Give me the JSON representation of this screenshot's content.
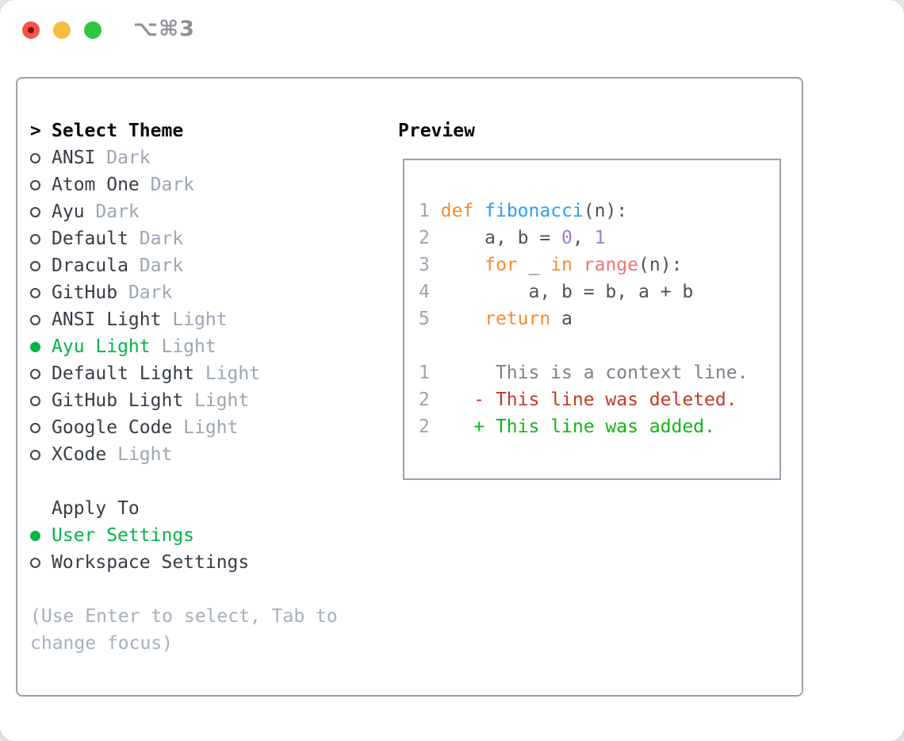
{
  "window": {
    "title": "⌥⌘3",
    "traffic_lights": [
      "close",
      "minimize",
      "zoom"
    ]
  },
  "colors": {
    "accent_green": "#06b347",
    "added_green": "#12b716",
    "deleted_red": "#c23a28",
    "keyword_orange": "#f98b2d",
    "function_blue": "#2e9ff3",
    "builtin_coral": "#f27176",
    "number_purple": "#a37acc",
    "code_text": "#4c525b",
    "line_number": "#9aa4b0",
    "context_gray": "#7b828b",
    "item_text": "#363d47",
    "dim_text": "#9ba6b2",
    "hint_text": "#a6afba",
    "border_gray": "#99a1ab",
    "title_text": "#8e9298",
    "traffic_red": "#f4554a",
    "traffic_red_dot": "#7c150c",
    "traffic_yellow": "#f7bd3c",
    "traffic_green": "#30c640",
    "header_text": "#05080c"
  },
  "theme_list": {
    "prompt": ">",
    "header": "Select Theme",
    "items": [
      {
        "name": "ANSI",
        "variant": "Dark",
        "selected": false
      },
      {
        "name": "Atom One",
        "variant": "Dark",
        "selected": false
      },
      {
        "name": "Ayu",
        "variant": "Dark",
        "selected": false
      },
      {
        "name": "Default",
        "variant": "Dark",
        "selected": false
      },
      {
        "name": "Dracula",
        "variant": "Dark",
        "selected": false
      },
      {
        "name": "GitHub",
        "variant": "Dark",
        "selected": false
      },
      {
        "name": "ANSI Light",
        "variant": "Light",
        "selected": false
      },
      {
        "name": "Ayu Light",
        "variant": "Light",
        "selected": true
      },
      {
        "name": "Default Light",
        "variant": "Light",
        "selected": false
      },
      {
        "name": "GitHub Light",
        "variant": "Light",
        "selected": false
      },
      {
        "name": "Google Code",
        "variant": "Light",
        "selected": false
      },
      {
        "name": "XCode",
        "variant": "Light",
        "selected": false
      }
    ]
  },
  "apply_to": {
    "header": "Apply To",
    "items": [
      {
        "name": "User Settings",
        "selected": true
      },
      {
        "name": "Workspace Settings",
        "selected": false
      }
    ]
  },
  "hint": {
    "lines": [
      "(Use Enter to select, Tab to",
      "change focus)"
    ]
  },
  "preview": {
    "header": "Preview",
    "code_lines": [
      {
        "num": "1",
        "tokens": [
          {
            "t": " "
          },
          {
            "t": "def",
            "c": "kw"
          },
          {
            "t": " "
          },
          {
            "t": "fibonacci",
            "c": "fn"
          },
          {
            "t": "(n):"
          }
        ]
      },
      {
        "num": "2",
        "tokens": [
          {
            "t": "     a, b = "
          },
          {
            "t": "0",
            "c": "num"
          },
          {
            "t": ", "
          },
          {
            "t": "1",
            "c": "num"
          }
        ]
      },
      {
        "num": "3",
        "tokens": [
          {
            "t": "     "
          },
          {
            "t": "for",
            "c": "kw"
          },
          {
            "t": " _ "
          },
          {
            "t": "in",
            "c": "kw"
          },
          {
            "t": " "
          },
          {
            "t": "range",
            "c": "rng"
          },
          {
            "t": "(n):"
          }
        ]
      },
      {
        "num": "4",
        "tokens": [
          {
            "t": "         a, b = b, a + b"
          }
        ]
      },
      {
        "num": "5",
        "tokens": [
          {
            "t": "     "
          },
          {
            "t": "return",
            "c": "kw"
          },
          {
            "t": " a"
          }
        ]
      },
      {
        "num": "",
        "tokens": []
      },
      {
        "num": "1",
        "tokens": [
          {
            "t": "      This is a context line.",
            "c": "ctx"
          }
        ]
      },
      {
        "num": "2",
        "tokens": [
          {
            "t": "    "
          },
          {
            "t": "- This line was deleted.",
            "c": "del"
          }
        ]
      },
      {
        "num": "2",
        "tokens": [
          {
            "t": "    "
          },
          {
            "t": "+ This line was added.",
            "c": "add"
          }
        ]
      }
    ]
  }
}
